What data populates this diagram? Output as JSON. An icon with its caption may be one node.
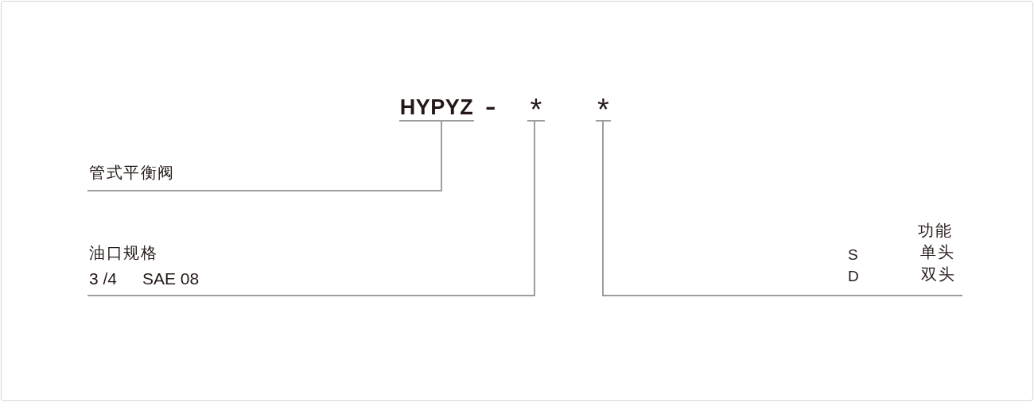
{
  "diagram": {
    "nodes": [
      {
        "text": [
          "HYPYZ"
        ]
      },
      {
        "text": [
          "*"
        ]
      },
      {
        "text": [
          "*"
        ]
      },
      {
        "text": [
          "管式平衡阀"
        ]
      },
      {
        "text": [
          "油口规格",
          "3 /4",
          "SAE 08"
        ]
      },
      {
        "text": [
          "功能",
          "S",
          "单头",
          "D",
          "双头"
        ]
      }
    ],
    "edges": [
      {
        "from": 0,
        "to": 3,
        "arrow": "none"
      },
      {
        "from": 1,
        "to": 4,
        "arrow": "none"
      },
      {
        "from": 2,
        "to": 5,
        "arrow": "none"
      }
    ],
    "labels": [
      "-"
    ]
  }
}
